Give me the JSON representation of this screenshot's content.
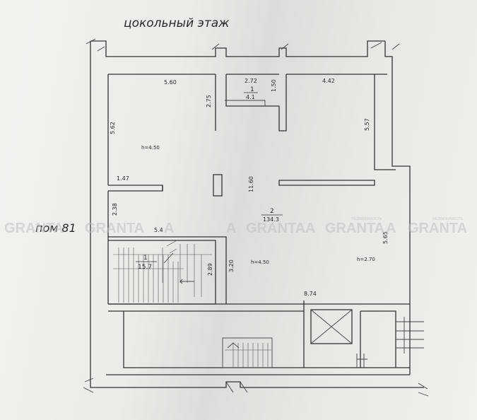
{
  "plan": {
    "title": "цокольный этаж",
    "side_label": "пом 81",
    "watermark": {
      "brand": "GRANTA",
      "letter": "A",
      "small": "НЕДВИЖИМОСТЬ"
    },
    "dimensions": [
      "5.60",
      "2.72",
      "1.50",
      "4.42",
      "2.75",
      "5.62",
      "5.57",
      "1.47",
      "11.60",
      "2.38",
      "5.4",
      "2.89",
      "3.20",
      "8.74",
      "5.65"
    ],
    "rooms": [
      {
        "number": "1",
        "area": "4.1"
      },
      {
        "number": "2",
        "area": "134.3"
      },
      {
        "number": "1",
        "area": "15.7"
      }
    ],
    "heights": [
      "h=4.50",
      "h=4.50",
      "h=2.70"
    ]
  }
}
